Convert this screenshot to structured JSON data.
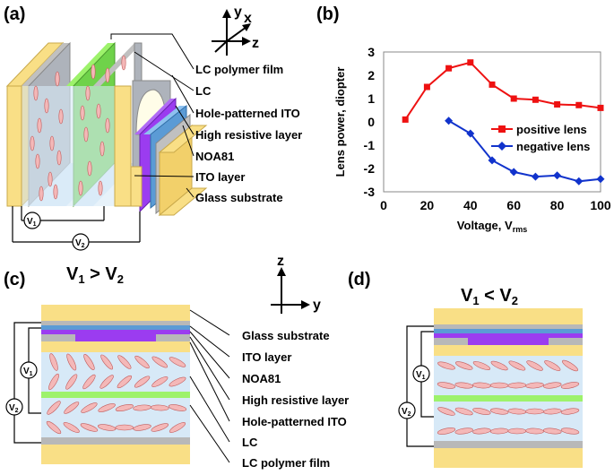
{
  "panels": {
    "a": "(a)",
    "b": "(b)",
    "c": "(c)",
    "d": "(d)"
  },
  "axes3d": {
    "y": "y",
    "x": "x",
    "z": "z"
  },
  "axes2d": {
    "z": "z",
    "y": "y"
  },
  "panel_a_labels": {
    "lc_polymer_film": "LC polymer film",
    "lc": "LC",
    "hole_ito": "Hole-patterned ITO",
    "high_resistive": "High resistive layer",
    "noa81": "NOA81",
    "ito_layer": "ITO layer",
    "glass_substrate": "Glass substrate"
  },
  "panel_c_labels": {
    "glass_substrate": "Glass substrate",
    "ito_layer": "ITO layer",
    "noa81": "NOA81",
    "high_resistive": "High resistive layer",
    "hole_ito": "Hole-patterned ITO",
    "lc": "LC",
    "lc_polymer_film": "LC polymer film"
  },
  "voltages": {
    "v1": "V",
    "v1_sub": "1",
    "v2": "V",
    "v2_sub": "2"
  },
  "condition_c": {
    "lhs": "V",
    "lhs_sub": "1",
    "op": " > ",
    "rhs": "V",
    "rhs_sub": "2"
  },
  "condition_d": {
    "lhs": "V",
    "lhs_sub": "1",
    "op": " < ",
    "rhs": "V",
    "rhs_sub": "2"
  },
  "colors": {
    "glass": "#f9df86",
    "lc_blue": "#d7e9f7",
    "ito_gray": "#b8b8b8",
    "polymer_green": "#9df26b",
    "resistive_purple": "#9b3cf0",
    "noa_blue": "#5b9bd5",
    "molecule": "#f4b8b8",
    "positive": "#ee1111",
    "negative": "#1133cc"
  },
  "chart_data": {
    "type": "line",
    "xlabel": "Voltage, V",
    "xlabel_sub": "rms",
    "ylabel": "Lens power, diopter",
    "xlim": [
      0,
      100
    ],
    "ylim": [
      -3,
      3
    ],
    "xticks": [
      "0",
      "20",
      "40",
      "60",
      "80",
      "100"
    ],
    "yticks": [
      "3",
      "2",
      "1",
      "0",
      "-1",
      "-2",
      "-3"
    ],
    "legend_position": "right",
    "series": [
      {
        "name": "positive lens",
        "color": "#ee1111",
        "marker": "square",
        "x": [
          10,
          20,
          30,
          40,
          50,
          60,
          70,
          80,
          90,
          100
        ],
        "y": [
          0.1,
          1.5,
          2.3,
          2.55,
          1.6,
          1.0,
          0.95,
          0.75,
          0.72,
          0.6
        ]
      },
      {
        "name": "negative lens",
        "color": "#1133cc",
        "marker": "diamond",
        "x": [
          30,
          40,
          50,
          60,
          70,
          80,
          90,
          100
        ],
        "y": [
          0.05,
          -0.5,
          -1.65,
          -2.15,
          -2.35,
          -2.3,
          -2.55,
          -2.45
        ]
      }
    ]
  }
}
